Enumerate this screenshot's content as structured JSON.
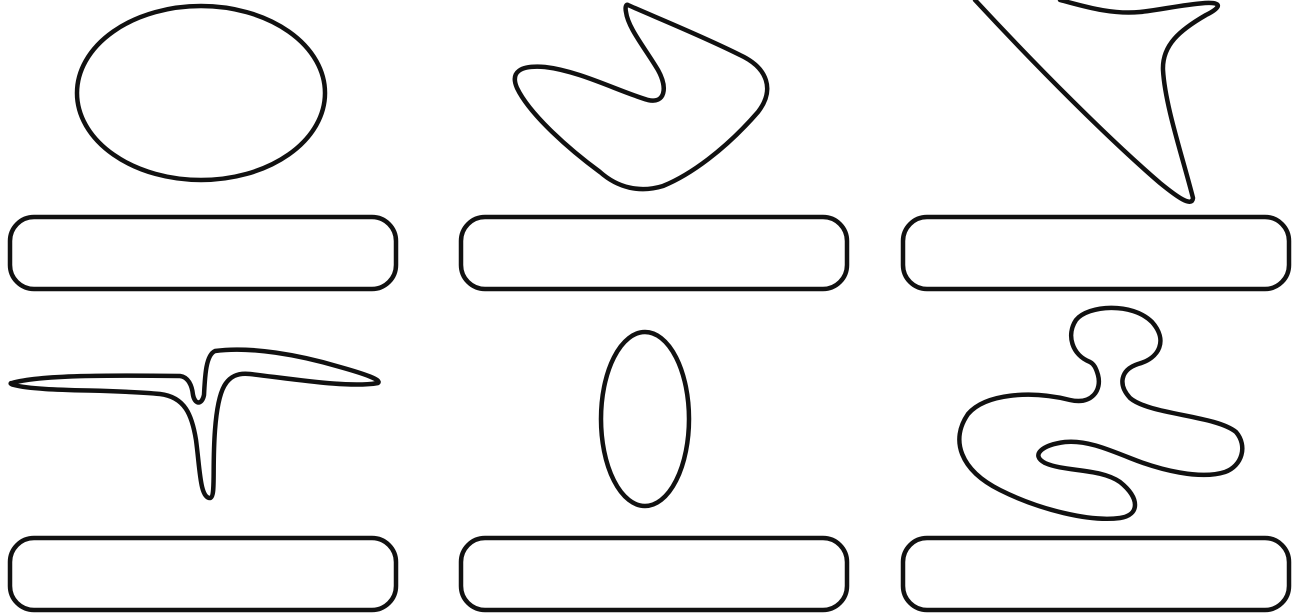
{
  "diagram": {
    "line_color": "#111111",
    "background_color": "#ffffff",
    "shapes": [
      {
        "name": "oval-shape",
        "answer_box_text": ""
      },
      {
        "name": "boomerang-shape",
        "answer_box_text": ""
      },
      {
        "name": "thorn-shape",
        "answer_box_text": ""
      },
      {
        "name": "winged-spike-shape",
        "answer_box_text": ""
      },
      {
        "name": "vertical-ellipse-shape",
        "answer_box_text": ""
      },
      {
        "name": "knotted-blob-shape",
        "answer_box_text": ""
      }
    ]
  }
}
